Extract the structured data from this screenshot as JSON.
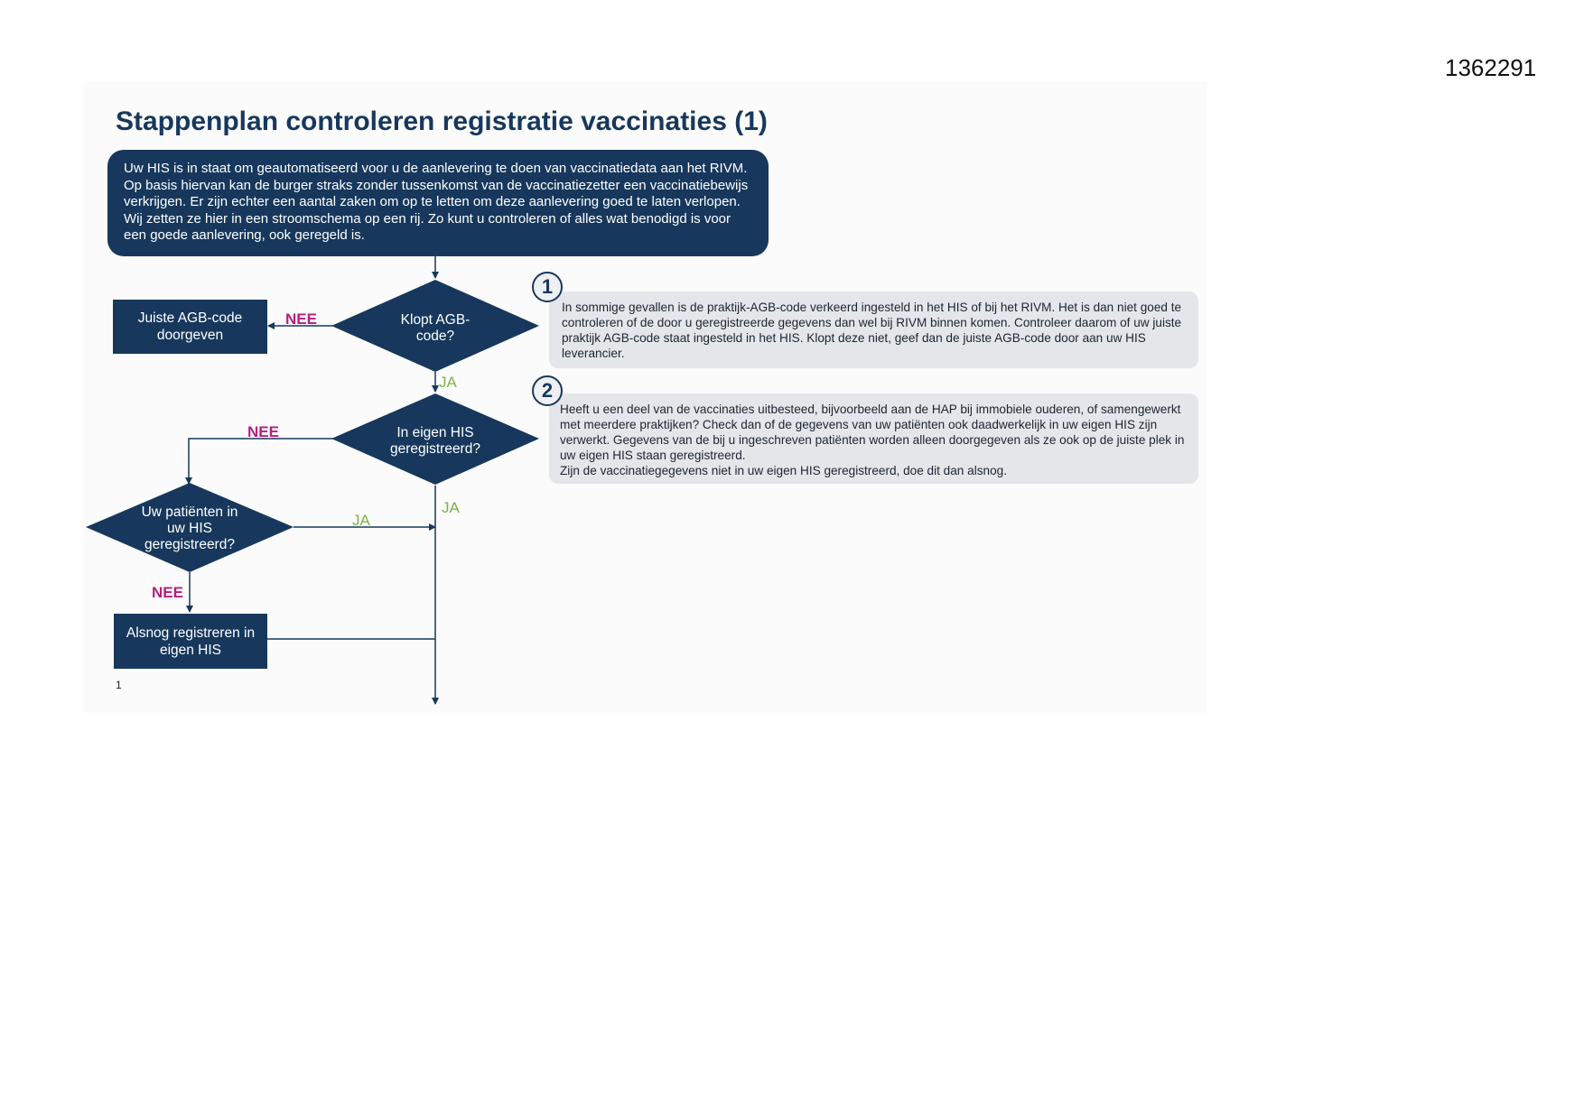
{
  "document_id": "1362291",
  "title": "Stappenplan controleren registratie vaccinaties (1)",
  "intro_text": "Uw HIS is in staat om geautomatiseerd voor u de aanlevering te doen van vaccinatiedata aan het RIVM. Op basis hiervan kan de burger straks zonder tussenkomst van de vaccinatiezetter een vaccinatiebewijs verkrijgen. Er zijn echter een aantal zaken om op te letten om deze aanlevering goed te laten verlopen. Wij zetten ze hier in een stroomschema op een rij. Zo kunt u controleren of alles wat benodigd is voor een goede aanlevering, ook geregeld is.",
  "flow": {
    "decision_agb": [
      "Klopt AGB-",
      "code?"
    ],
    "decision_eigen_his": [
      "In eigen HIS",
      "geregistreerd?"
    ],
    "decision_patienten": [
      "Uw patiënten in",
      "uw HIS",
      "geregistreerd?"
    ],
    "box_agb": [
      "Juiste AGB-code",
      "doorgeven"
    ],
    "box_registreren": [
      "Alsnog registreren in",
      "eigen HIS"
    ],
    "label_nee": "NEE",
    "label_ja": "JA"
  },
  "notes": [
    {
      "number": "1",
      "text": "In sommige gevallen is de praktijk-AGB-code verkeerd ingesteld in het HIS of bij het RIVM. Het is dan niet goed te controleren of de door u geregistreerde gegevens dan wel bij RIVM binnen komen. Controleer daarom of uw juiste praktijk AGB-code staat ingesteld in het HIS. Klopt deze niet, geef dan de juiste AGB-code door aan uw HIS leverancier."
    },
    {
      "number": "2",
      "text": "Heeft u een deel van de vaccinaties uitbesteed, bijvoorbeeld aan de HAP bij immobiele ouderen, of samengewerkt met meerdere praktijken? Check dan of de gegevens van uw patiënten ook daadwerkelijk in uw eigen HIS zijn verwerkt. Gegevens van de bij u ingeschreven patiënten worden alleen doorgegeven als ze ook op de juiste plek in uw eigen HIS staan geregistreerd.",
      "text2": "Zijn de vaccinatiegegevens niet in uw eigen HIS geregistreerd, doe dit dan alsnog."
    }
  ],
  "page_number": "1",
  "colors": {
    "navy": "#17385c",
    "note_bg": "#e4e6e9",
    "nee": "#b51f7e",
    "ja": "#7cb342"
  }
}
